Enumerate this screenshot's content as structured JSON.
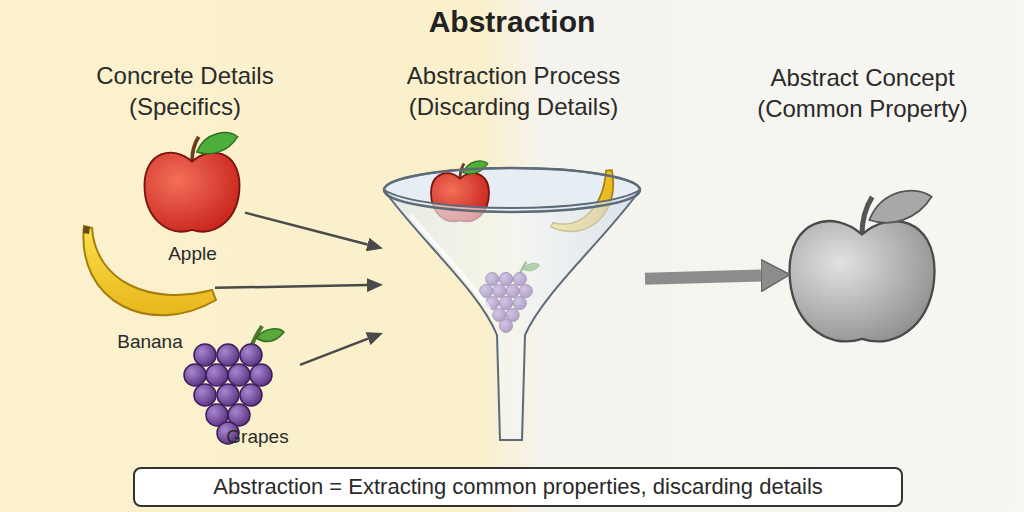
{
  "diagram": {
    "title": "Abstraction",
    "nodes": [
      {
        "text": [
          "Apple"
        ]
      },
      {
        "text": [
          "Banana"
        ]
      },
      {
        "text": [
          "Grapes"
        ]
      },
      {
        "text": [
          "Abstraction Process (Discarding Details)"
        ]
      },
      {
        "text": [
          "Abstract Concept (Common Property)"
        ]
      },
      {
        "text": [
          "Abstraction = Extracting common properties, discarding details"
        ]
      }
    ],
    "edges": [
      {
        "from": 0,
        "to": 3,
        "arrow": "to"
      },
      {
        "from": 1,
        "to": 3,
        "arrow": "to"
      },
      {
        "from": 2,
        "to": 3,
        "arrow": "to"
      },
      {
        "from": 3,
        "to": 4,
        "arrow": "to"
      }
    ],
    "labels": [
      "Concrete Details (Specifics)"
    ]
  }
}
